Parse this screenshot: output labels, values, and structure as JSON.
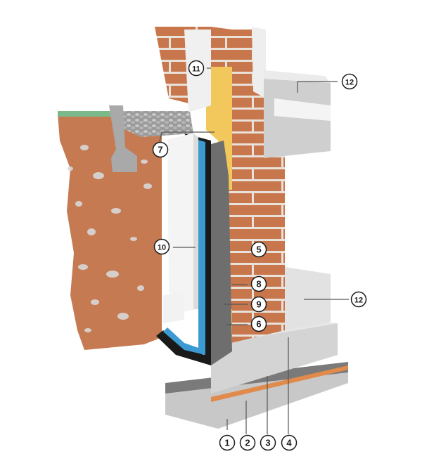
{
  "diagram": {
    "callouts": [
      {
        "id": "c1",
        "label": "1"
      },
      {
        "id": "c2",
        "label": "2"
      },
      {
        "id": "c3",
        "label": "3"
      },
      {
        "id": "c4",
        "label": "4"
      },
      {
        "id": "c5",
        "label": "5"
      },
      {
        "id": "c6",
        "label": "6"
      },
      {
        "id": "c7",
        "label": "7"
      },
      {
        "id": "c8",
        "label": "8"
      },
      {
        "id": "c9",
        "label": "9"
      },
      {
        "id": "c10",
        "label": "10"
      },
      {
        "id": "c11",
        "label": "11"
      },
      {
        "id": "c12a",
        "label": "12"
      },
      {
        "id": "c12b",
        "label": "12"
      }
    ]
  }
}
